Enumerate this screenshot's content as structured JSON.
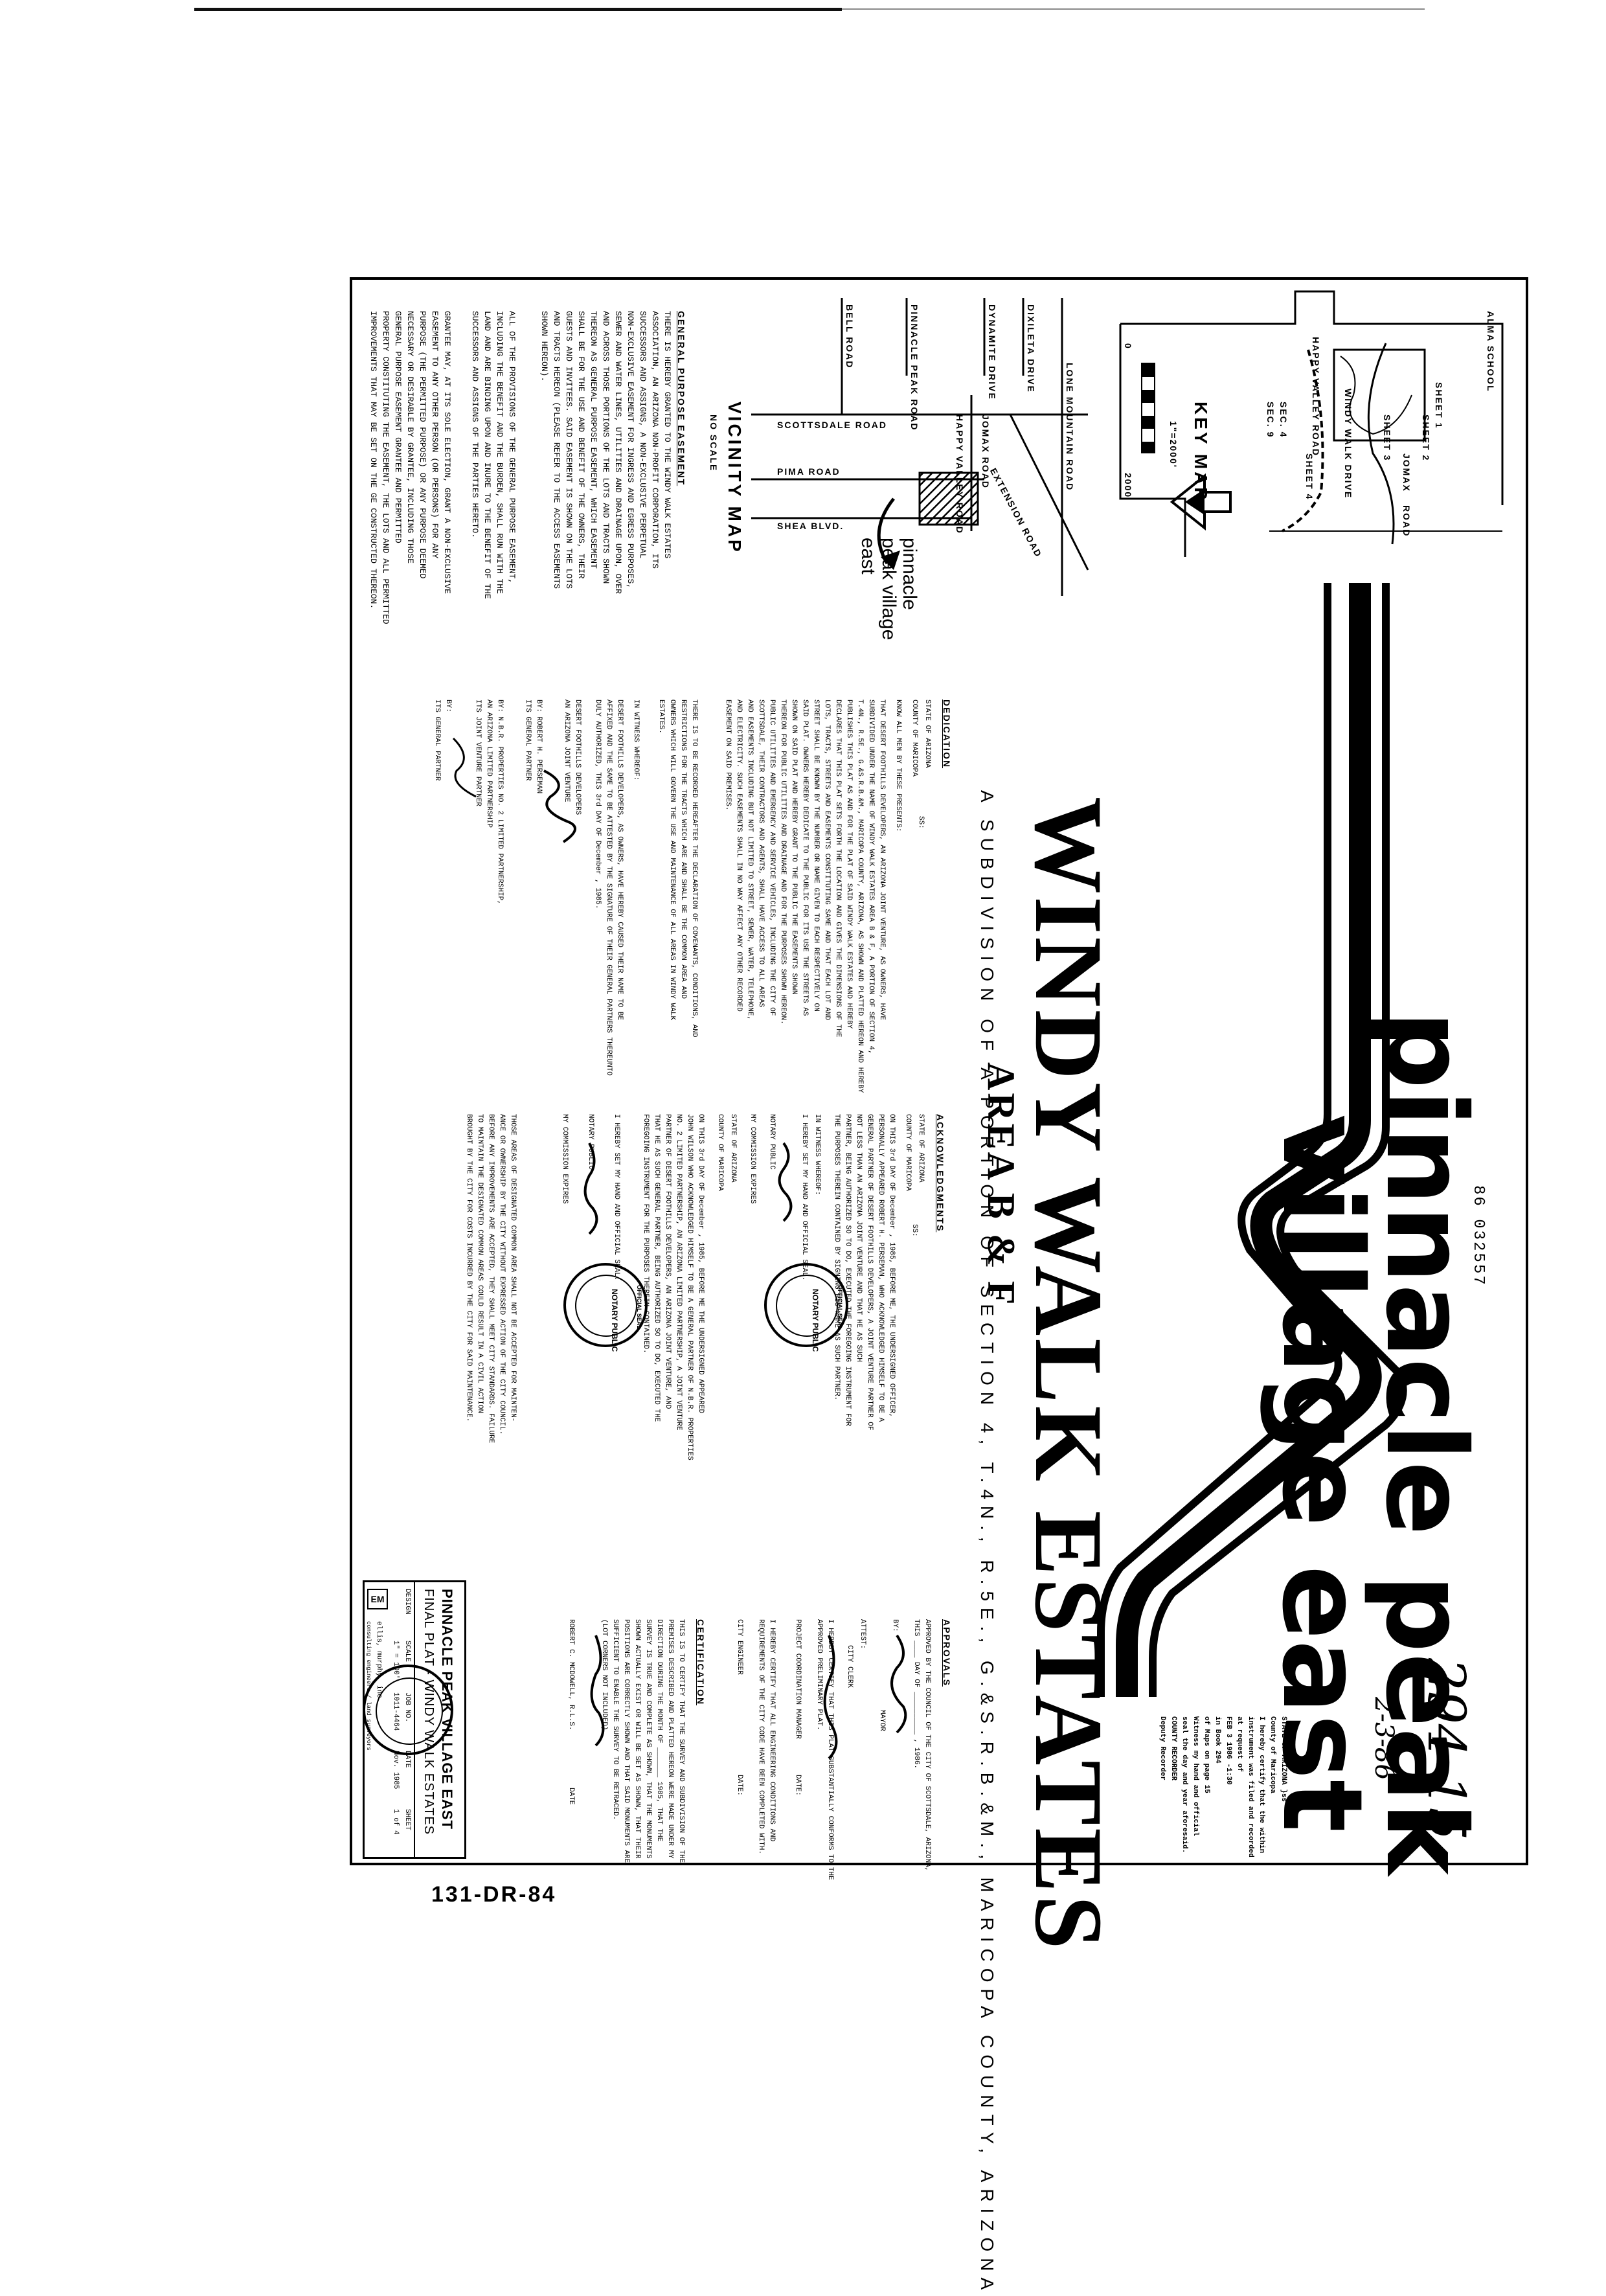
{
  "page": {
    "file_number": "86 032557",
    "drawing_number": "131-DR-84",
    "handwritten_ref": "294-15",
    "handwritten_date": "2-3-86"
  },
  "brand": {
    "line1": "pinnacle peak",
    "line2": "village east"
  },
  "title": {
    "main": "WINDY WALK ESTATES",
    "area": "AREA B & F",
    "subtitle": "A SUBDIVISION OF A PORTION OF SECTION 4, T.4N., R.5E., G.&S.R.B.&M., MARICOPA COUNTY, ARIZONA"
  },
  "key_map": {
    "label": "KEY MAP",
    "scale": "1\"=2000'",
    "scale_start": "0",
    "scale_end": "2000",
    "roads": [
      "ALMA SCHOOL",
      "JOMAX",
      "ROAD",
      "HAPPY VALLEY ROAD",
      "WINDY WALK DRIVE"
    ],
    "sheets": [
      "SHEET 1",
      "SHEET 2",
      "SHEET 3",
      "SHEET 4"
    ],
    "sections": [
      "SEC. 4",
      "SEC. 9"
    ]
  },
  "vicinity_map": {
    "label": "VICINITY MAP",
    "scale": "NO SCALE",
    "roads": [
      "LONE MOUNTAIN ROAD",
      "DIXILETA DRIVE",
      "DYNAMITE DRIVE",
      "PINNACLE PEAK ROAD",
      "BELL ROAD",
      "SCOTTSDALE ROAD",
      "PIMA ROAD",
      "SHEA BLVD.",
      "JOMAX ROAD",
      "HAPPY VALLEY ROAD",
      "EXTENSION ROAD"
    ],
    "callout": "pinnacle peak village east"
  },
  "gpe": {
    "heading": "GENERAL PURPOSE EASEMENT",
    "body": "THERE IS HEREBY GRANTED TO THE WINDY WALK ESTATES\nASSOCIATION, AN ARIZONA NON-PROFIT CORPORATION, ITS\nSUCCESSORS AND ASSIGNS, A NON-EXCLUSIVE PERPETUAL\nNON-EXCLUSIVE EASEMENT FOR INGRESS AND EGRESS PURPOSES,\nSEWER AND WATER LINES, UTILITIES AND DRAINAGE UPON, OVER\nAND ACROSS THOSE PORTIONS OF THE LOTS AND TRACTS SHOWN\nTHEREON AS GENERAL PURPOSE EASEMENT, WHICH EASEMENT\nSHALL BE FOR THE USE AND BENEFIT OF THE OWNERS, THEIR\nGUESTS AND INVITEES. SAID EASEMENT IS SHOWN ON THE LOTS\nAND TRACTS HEREON (PLEASE REFER TO THE ACCESS EASEMENTS\nSHOWN HEREON).",
    "body2": "ALL OF THE PROVISIONS OF THE GENERAL PURPOSE EASEMENT,\nINCLUDING THE BENEFIT AND THE BURDEN, SHALL RUN WITH THE\nLAND AND ARE BINDING UPON AND INURE TO THE BENEFIT OF THE\nSUCCESSORS AND ASSIGNS OF THE PARTIES HERETO.",
    "body3": "GRANTEE MAY, AT ITS SOLE ELECTION, GRANT A NON-EXCLUSIVE\nEASEMENT TO ANY OTHER PERSON (OR PERSONS) FOR ANY\nPURPOSE (THE PERMITTED PURPOSE) OR ANY PURPOSE DEEMED\nNECESSARY OR DESIRABLE BY GRANTEE, INCLUDING THOSE\nGENERAL PURPOSE EASEMENT GRANTEE AND PERMITTED\nPROPERTY CONSTITUTING THE EASEMENT, THE LOTS AND ALL PERMITTED\nIMPROVEMENTS THAT MAY BE SET ON THE GE CONSTRUCTED THEREON."
  },
  "dedication": {
    "heading": "DEDICATION",
    "state": "STATE OF ARIZONA",
    "county": "COUNTY OF MARICOPA",
    "ss": "SS:",
    "intro": "KNOW ALL MEN BY THESE PRESENTS:",
    "body": "THAT DESERT FOOTHILLS DEVELOPERS, AN ARIZONA JOINT VENTURE, AS OWNERS, HAVE\nSUBDIVIDED UNDER THE NAME OF WINDY WALK ESTATES AREA B & F, A PORTION OF SECTION 4,\nT.4N., R.5E., G.&S.R.B.&M., MARICOPA COUNTY, ARIZONA, AS SHOWN AND PLATTED HEREON AND HEREBY\nPUBLISHES THIS PLAT AS AND FOR THE PLAT OF SAID WINDY WALK ESTATES AND HEREBY\nDECLARES THAT THIS PLAT SETS FORTH THE LOCATION AND GIVES THE DIMENSIONS OF THE\nLOTS, TRACTS, STREETS AND EASEMENTS CONSTITUTING SAME AND THAT EACH LOT AND\nSTREET SHALL BE KNOWN BY THE NUMBER OR NAME GIVEN TO EACH RESPECTIVELY ON\nSAID PLAT. OWNERS HEREBY DEDICATE TO THE PUBLIC FOR ITS USE THE STREETS AS\nSHOWN ON SAID PLAT AND HEREBY GRANT TO THE PUBLIC THE EASEMENTS SHOWN\nTHEREON FOR PUBLIC UTILITIES AND DRAINAGE AND FOR THE PURPOSES SHOWN HEREON.\nPUBLIC UTILITIES AND EMERGENCY AND SERVICE VEHICLES, INCLUDING THE CITY OF\nSCOTTSDALE, THEIR CONTRACTORS AND AGENTS, SHALL HAVE ACCESS TO ALL AREAS\nAND EASEMENTS INCLUDING BUT NOT LIMITED TO STREET, SEWER, WATER, TELEPHONE,\nAND ELECTRICITY. SUCH EASEMENTS SHALL IN NO WAY AFFECT ANY OTHER RECORDED\nEASEMENT ON SAID PREMISES.",
    "body2": "THERE IS TO BE RECORDED HEREAFTER THE DECLARATION OF COVENANTS, CONDITIONS, AND\nRESTRICTIONS FOR THE TRACTS WHICH ARE AND SHALL BE THE COMMON AREA AND\nOWNERS WHICH WILL GOVERN THE USE AND MAINTENANCE OF ALL AREAS IN WINDY WALK\nESTATES.",
    "witness": "IN WITNESS WHEREOF:",
    "witness_body": "DESERT FOOTHILLS DEVELOPERS, AS OWNERS, HAVE HEREBY CAUSED THEIR NAME TO BE\nAFFIXED AND THE SAME TO BE ATTESTED BY THE SIGNATURE OF THEIR GENERAL PARTNERS THEREUNTO\nDULY AUTHORIZED, THIS 3rd DAY OF December , 1985.",
    "signer1_org": "DESERT FOOTHILLS DEVELOPERS\nAN ARIZONA JOINT VENTURE",
    "signer1_by": "BY: ROBERT H. PERSEMAN\nITS GENERAL PARTNER",
    "signer2_org": "BY: N.B.R. PROPERTIES NO. 2 LIMITED PARTNERSHIP,\nAN ARIZONA LIMITED PARTNERSHIP\nITS JOINT VENTURE PARTNER",
    "signer2_by": "BY:\nITS GENERAL PARTNER"
  },
  "acknowledgments": {
    "heading": "ACKNOWLEDGMENTS",
    "state": "STATE OF ARIZONA",
    "county": "COUNTY OF MARICOPA",
    "ss": "SS:",
    "body": "ON THIS 3rd DAY OF December , 1985, BEFORE ME, THE UNDERSIGNED OFFICER,\nPERSONALLY APPEARED ROBERT H. PERSEMAN, WHO ACKNOWLEDGED HIMSELF TO BE A\nGENERAL PARTNER OF DESERT FOOTHILLS DEVELOPERS, A JOINT VENTURE PARTNER OF\nNOT LESS THAN AN ARIZONA JOINT VENTURE AND THAT HE AS SUCH\nPARTNER, BEING AUTHORIZED SO TO DO, EXECUTED THE FOREGOING INSTRUMENT FOR\nTHE PURPOSES THEREIN CONTAINED BY SIGNING HIS NAME AS SUCH PARTNER.",
    "witness": "IN WITNESS WHEREOF:",
    "witness_body": "I HEREBY SET MY HAND AND OFFICIAL SEAL.",
    "notary": "NOTARY PUBLIC",
    "commission": "MY COMMISSION EXPIRES",
    "state2": "STATE OF ARIZONA",
    "county2": "COUNTY OF MARICOPA",
    "body2": "ON THIS 3rd DAY OF December , 1985, BEFORE ME THE UNDERSIGNED APPEARED\nJOHN WILSON WHO ACKNOWLEDGED HIMSELF TO BE A GENERAL PARTNER OF N.B.R. PROPERTIES\nNO. 2 LIMITED PARTNERSHIP, AN ARIZONA LIMITED PARTNERSHIP, A JOINT VENTURE\nPARTNER OF DESERT FOOTHILLS DEVELOPERS, AN ARIZONA JOINT VENTURE, AND\nTHAT HE AS SUCH GENERAL PARTNER, BEING AUTHORIZED SO TO DO, EXECUTED THE\nFOREGOING INSTRUMENT FOR THE PURPOSES THEREIN CONTAINED.",
    "witness2": "I HEREBY SET MY HAND AND OFFICIAL SEAL.",
    "notary2": "NOTARY PUBLIC",
    "commission2": "MY COMMISSION EXPIRES",
    "stamp_text": "NOTARY PUBLIC",
    "stamp_ring": "OFFICIAL SEAL",
    "common_areas": "THOSE AREAS OF DESIGNATED COMMON AREA SHALL NOT BE ACCEPTED FOR MAINTEN-\nANCE OR OWNERSHIP BY THE CITY WITHOUT EXPRESSED ACTION OF THE CITY COUNCIL.\nBEFORE ANY IMPROVEMENTS ARE ACCEPTED, THEY SHALL MEET CITY STANDARDS. FAILURE\nTO MAINTAIN THE DESIGNATED COMMON AREAS COULD RESULT IN A CIVIL ACTION\nBROUGHT BY THE CITY FOR COSTS INCURRED BY THE CITY FOR SAID MAINTENANCE."
  },
  "approvals": {
    "heading": "APPROVALS",
    "body": "APPROVED BY THE COUNCIL OF THE CITY OF SCOTTSDALE, ARIZONA,\nTHIS ____ DAY OF __________ , 1986.",
    "by": "BY:",
    "mayor": "MAYOR",
    "attest": "ATTEST:",
    "clerk": "CITY CLERK",
    "certify": "I HEREBY CERTIFY THAT THIS PLAT SUBSTANTIALLY CONFORMS TO THE\nAPPROVED PRELIMINARY PLAT.",
    "planning": "PROJECT COORDINATION MANAGER",
    "date": "DATE:",
    "certify2": "I HEREBY CERTIFY THAT ALL ENGINEERING CONDITIONS AND\nREQUIREMENTS OF THE CITY CODE HAVE BEEN COMPLETED WITH.",
    "engineer": "CITY ENGINEER",
    "date2": "DATE:"
  },
  "certification": {
    "heading": "CERTIFICATION",
    "body": "THIS IS TO CERTIFY THAT THE SURVEY AND SUBDIVISION OF THE\nPREMISES DESCRIBED AND PLATTED HEREON WERE MADE UNDER MY\nDIRECTION DURING THE MONTH OF _______ 1985, THAT THE\nSURVEY IS TRUE AND COMPLETE AS SHOWN, THAT THE MONUMENTS\nSHOWN ACTUALLY EXIST OR WILL BE SET AS SHOWN, THAT THEIR\nPOSITIONS ARE CORRECTLY SHOWN AND THAT SAID MONUMENTS ARE\nSUFFICIENT TO ENABLE THE SURVEY TO BE RETRACED.\n(LOT CORNERS NOT INCLUDED)",
    "surveyor": "ROBERT C. MCDOWELL, R.L.S.",
    "date": "DATE"
  },
  "recording": {
    "lines": "STATE OF ARIZONA }ss\nCounty of Maricopa\nI hereby certify that the within\ninstrument was filed and recorded\nat request of\nFEB 3 1986 -1:30\nin Book 294\nof Maps on page 15\nWitness my hand and official\nseal the day and year aforesaid.\nCOUNTY RECORDER\nDeputy Recorder"
  },
  "title_block": {
    "project": "PINNACLE PEAK VILLAGE EAST",
    "sheet_title": "FINAL PLAT - WINDY WALK ESTATES",
    "labels": [
      "DESIGN",
      "SCALE",
      "JOB NO.",
      "DATE",
      "SHEET"
    ],
    "values": [
      "",
      "1\" = 100'",
      "1011-4464",
      "Nov. 1985",
      "1 of 4"
    ],
    "firm": "ellis, murphy, inc.",
    "firm_sub": "consulting engineers / land surveyors",
    "firm_logo": "EM"
  }
}
